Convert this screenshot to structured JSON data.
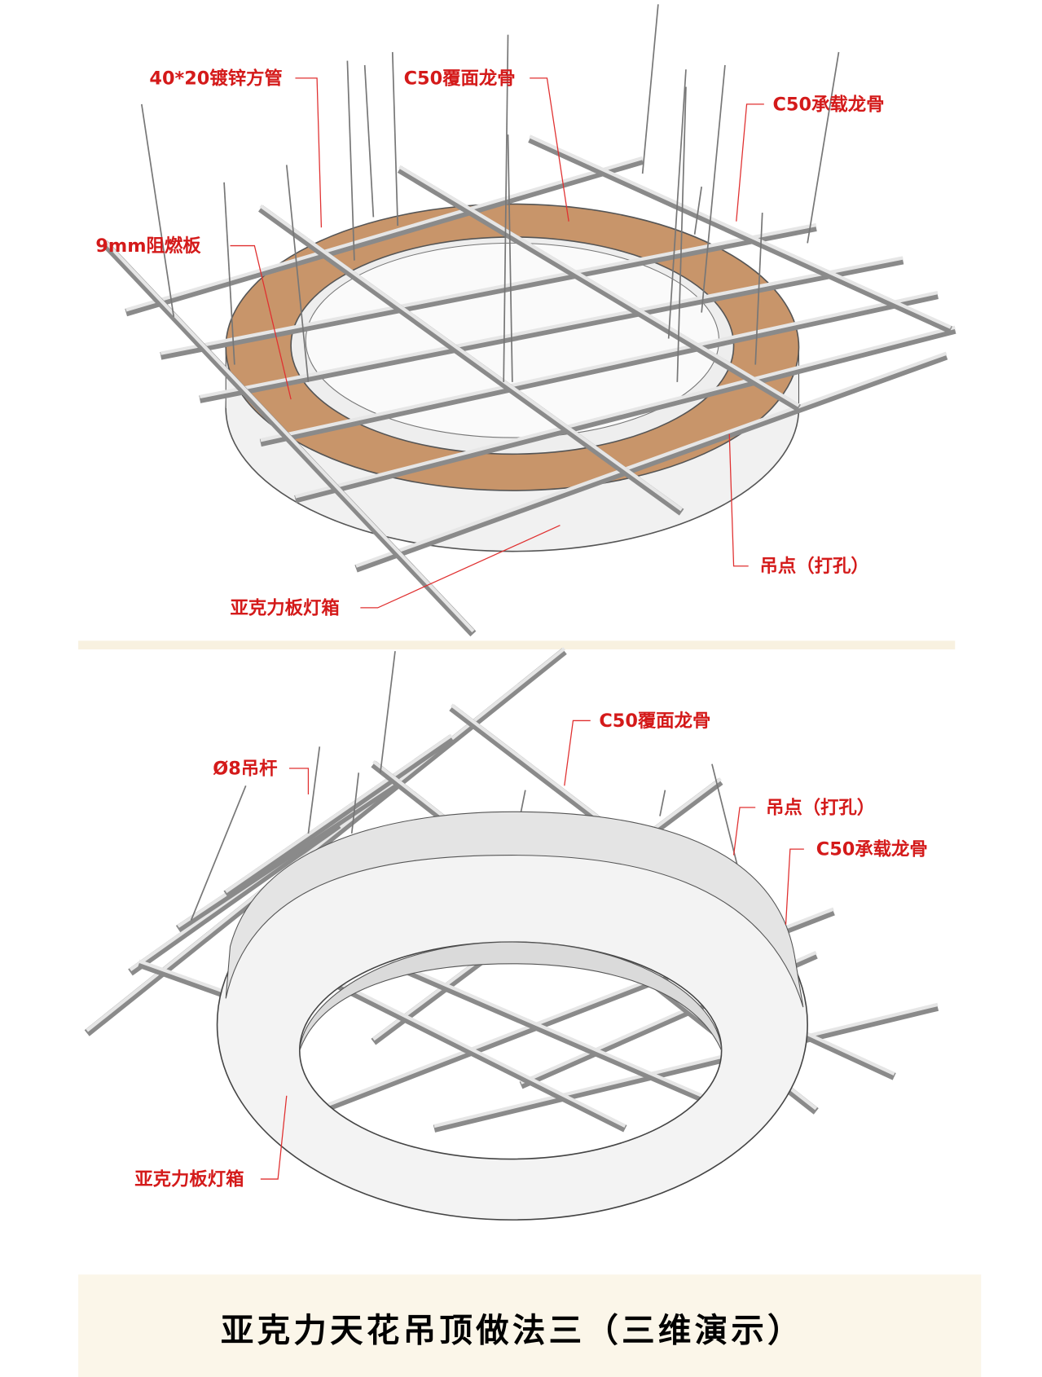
{
  "top_diagram": {
    "labels": {
      "tube": "40*20镀锌方管",
      "cover_keel": "C50覆面龙骨",
      "bearing_keel": "C50承载龙骨",
      "board": "9mm阻燃板",
      "hang_point": "吊点（打孔）",
      "lightbox": "亚克力板灯箱"
    }
  },
  "bottom_diagram": {
    "labels": {
      "cover_keel": "C50覆面龙骨",
      "rod": "Ø8吊杆",
      "hang_point": "吊点（打孔）",
      "bearing_keel": "C50承载龙骨",
      "lightbox": "亚克力板灯箱"
    }
  },
  "title": "亚克力天花吊顶做法三（三维演示）",
  "colors": {
    "label": "#d41a1a",
    "wood": "#c8956a",
    "band": "#fbf6e9"
  }
}
